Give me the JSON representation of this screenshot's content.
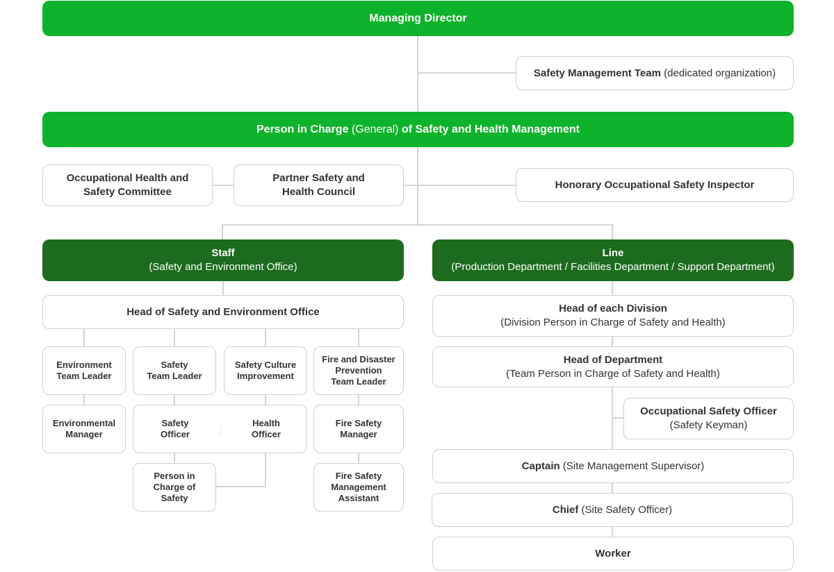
{
  "managing_director": "Managing Director",
  "safety_team": {
    "bold": "Safety Management Team",
    "rest": " (dedicated organization)"
  },
  "person_in_charge": {
    "a": "Person in Charge ",
    "b": "(General)",
    "c": " of Safety and Health Management"
  },
  "ohs_committee": {
    "l1": "Occupational Health and",
    "l2": "Safety Committee"
  },
  "partner_council": {
    "l1": "Partner Safety and",
    "l2": "Health Council"
  },
  "honorary_inspector": "Honorary Occupational Safety Inspector",
  "staff": {
    "title": "Staff",
    "sub": "(Safety and Environment Office)"
  },
  "line": {
    "title": "Line",
    "sub": "(Production Department / Facilities Department / Support Department)"
  },
  "head_safety_env": "Head of Safety and Environment Office",
  "env_team_leader": {
    "l1": "Environment",
    "l2": "Team Leader"
  },
  "safety_team_leader": {
    "l1": "Safety",
    "l2": "Team Leader"
  },
  "safety_culture": {
    "l1": "Safety Culture",
    "l2": "Improvement"
  },
  "fire_disaster": {
    "l1": "Fire and Disaster",
    "l2": "Prevention",
    "l3": "Team Leader"
  },
  "env_manager": {
    "l1": "Environmental",
    "l2": "Manager"
  },
  "safety_officer": {
    "l1": "Safety",
    "l2": "Officer"
  },
  "health_officer": {
    "l1": "Health",
    "l2": "Officer"
  },
  "fire_safety_manager": {
    "l1": "Fire Safety",
    "l2": "Manager"
  },
  "person_in_charge_safety": {
    "l1": "Person in",
    "l2": "Charge of",
    "l3": "Safety"
  },
  "fire_safety_assistant": {
    "l1": "Fire Safety",
    "l2": "Management",
    "l3": "Assistant"
  },
  "head_division": {
    "title": "Head of each Division",
    "sub": "(Division Person in Charge of Safety and Health)"
  },
  "head_department": {
    "title": "Head of Department",
    "sub": "(Team Person in Charge of Safety and Health)"
  },
  "occ_safety_officer": {
    "title": "Occupational Safety Officer",
    "sub": "(Safety Keyman)"
  },
  "captain": {
    "bold": "Captain",
    "rest": " (Site Management Supervisor)"
  },
  "chief": {
    "bold": "Chief",
    "rest": " (Site Safety Officer)"
  },
  "worker": "Worker",
  "colors": {
    "primary_green": "#0db32a",
    "dark_green": "#1c6b1e",
    "border": "#cfcfcf",
    "connector": "#d4d4d4"
  }
}
